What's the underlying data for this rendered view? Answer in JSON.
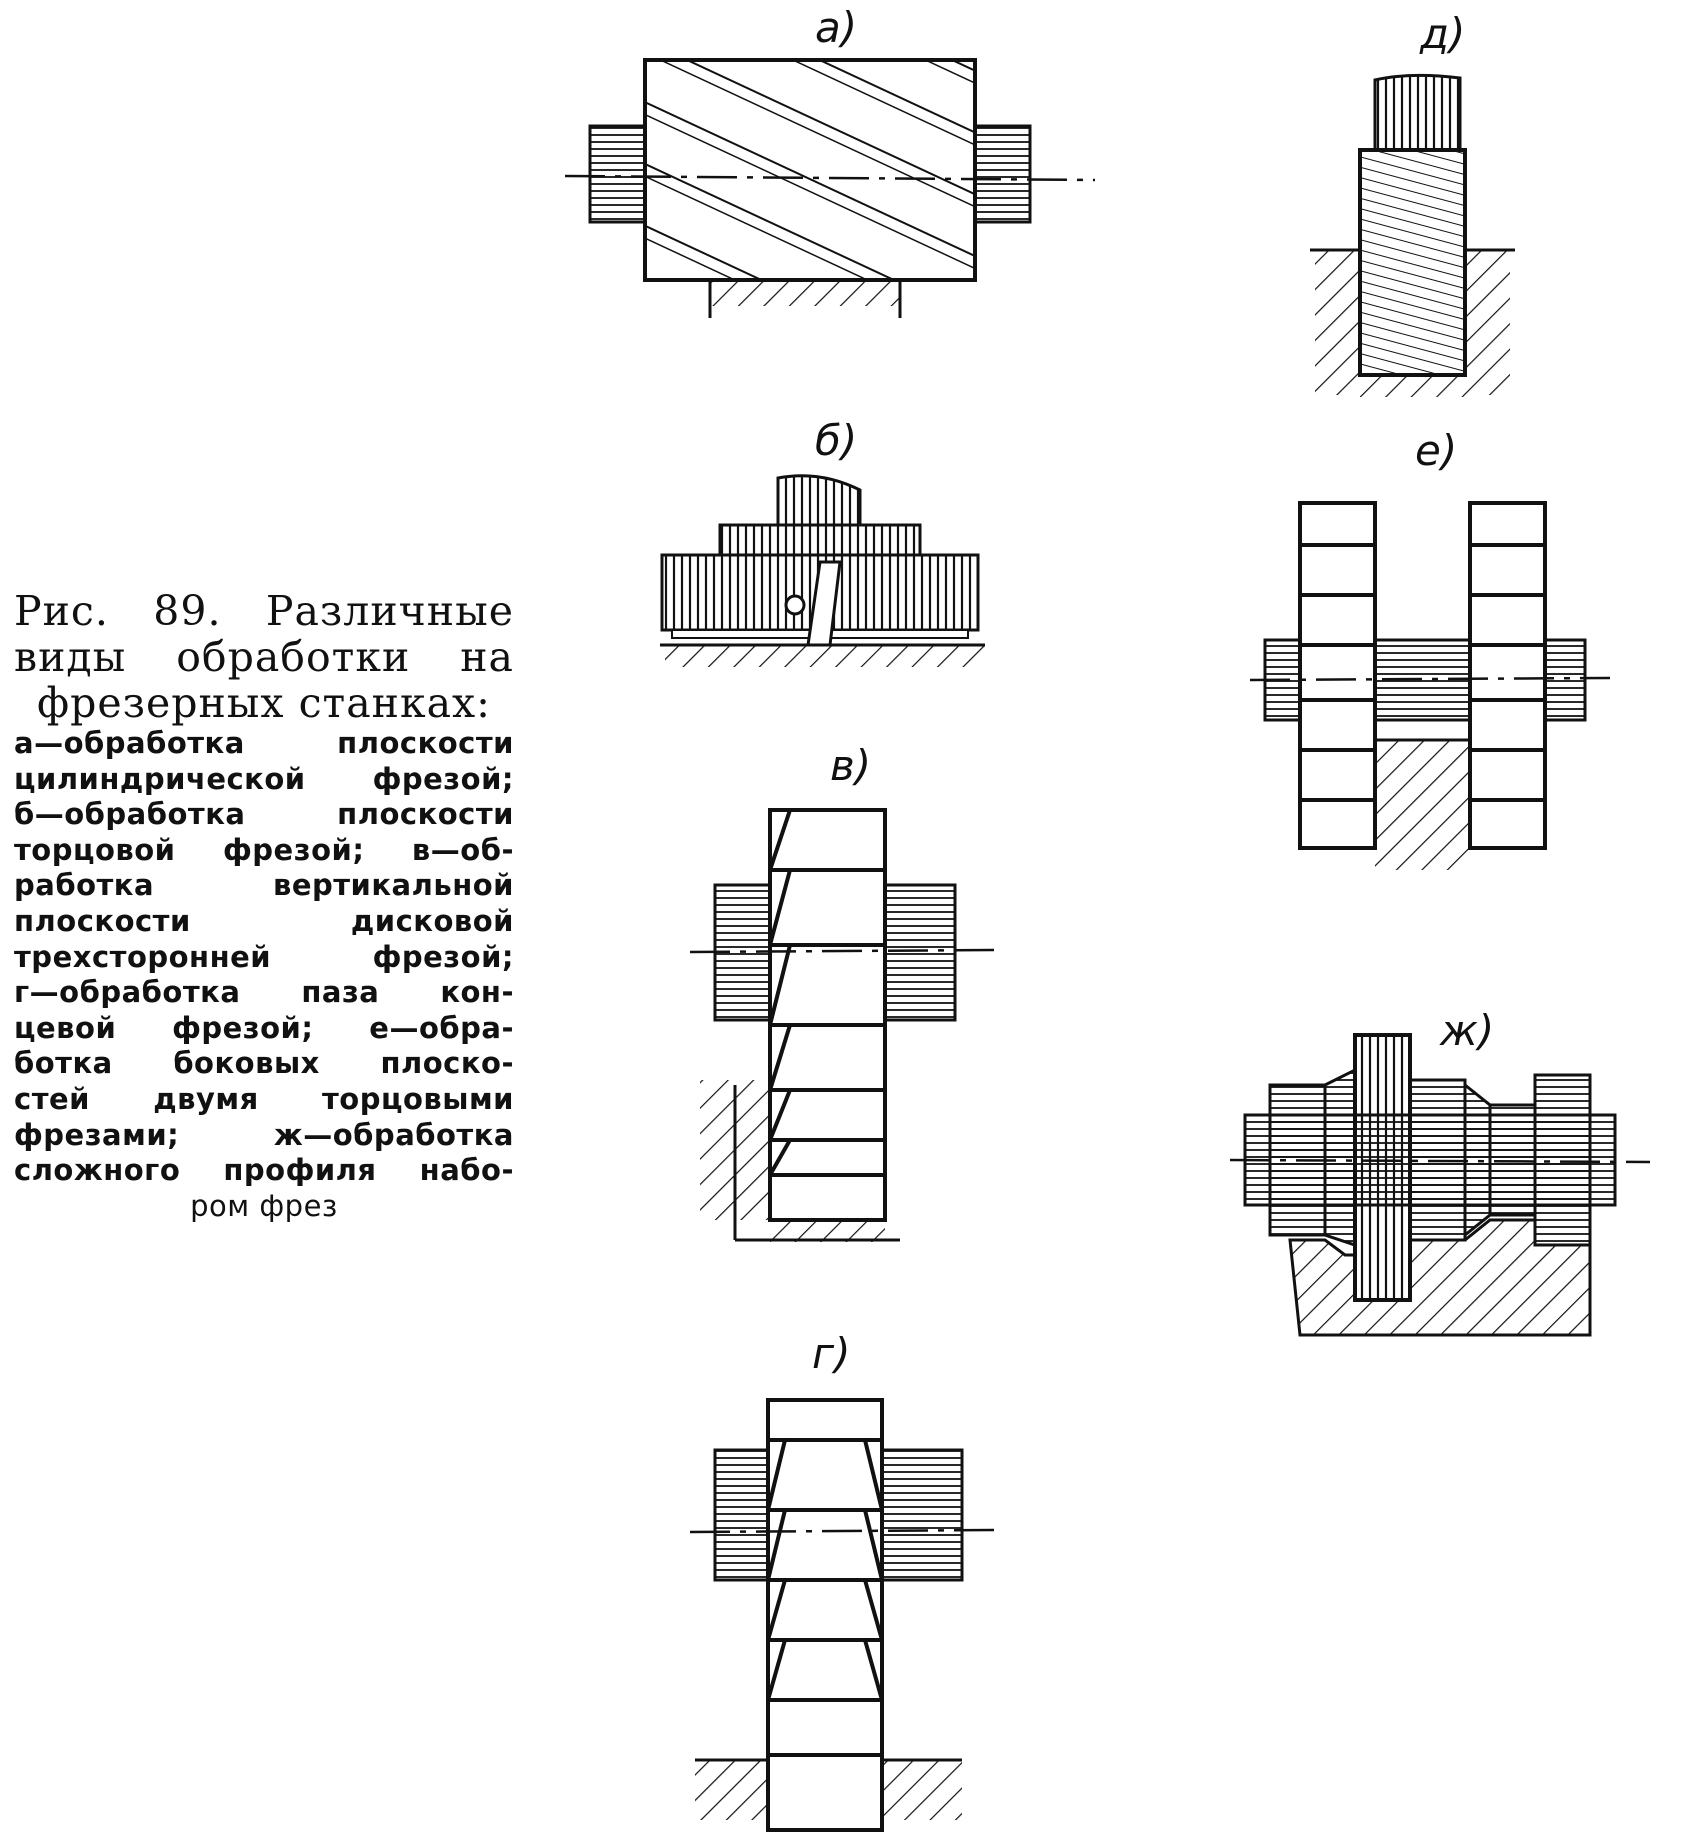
{
  "caption": {
    "title_lines": [
      "Рис.  89.  Различные",
      "виды  обработки  на",
      "фрезерных станках:"
    ],
    "desc_lines": [
      "а—обработка плоскости",
      "цилиндрической фрезой;",
      "б—обработка плоскости",
      "торцовой фрезой; в—об-",
      "работка вертикальной",
      "плоскости дисковой",
      "трехсторонней фрезой;",
      "г—обработка паза кон-",
      "цевой фрезой; е—обра-",
      "ботка боковых плоско-",
      "стей двумя торцовыми",
      "фрезами; ж—обработка",
      "сложного профиля набо-",
      "ром фрез"
    ]
  },
  "figures": {
    "a": "а)",
    "b": "б)",
    "v": "в)",
    "g": "г)",
    "d": "д)",
    "e": "е)",
    "zh": "ж)"
  }
}
